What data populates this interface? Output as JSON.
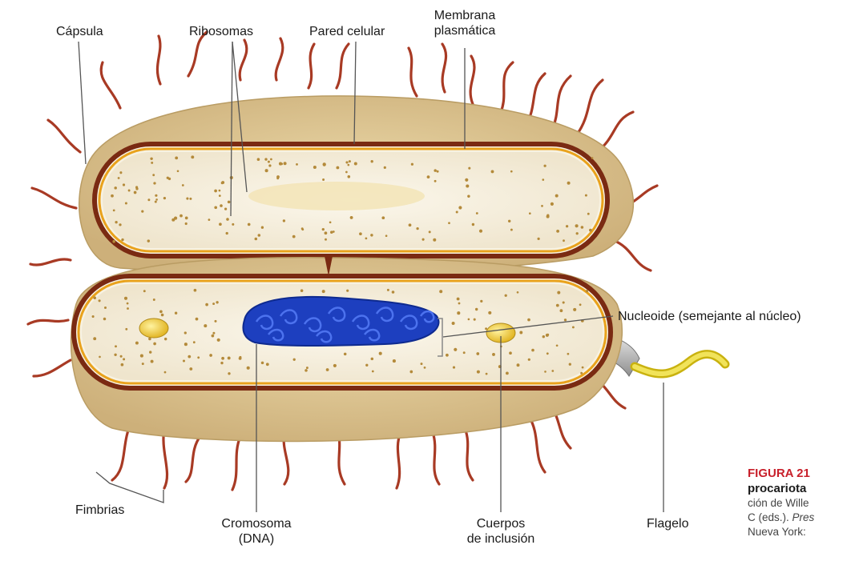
{
  "labels": {
    "capsula": "Cápsula",
    "ribosomas": "Ribosomas",
    "pared_celular": "Pared celular",
    "membrana_line1": "Membrana",
    "membrana_line2": "plasmática",
    "nucleoide": "Nucleoide (semejante al núcleo)",
    "fimbrias": "Fimbrias",
    "cromosoma_line1": "Cromosoma",
    "cromosoma_line2": "(DNA)",
    "cuerpos_line1": "Cuerpos",
    "cuerpos_line2": "de inclusión",
    "flagelo": "Flagelo"
  },
  "caption": {
    "title": "FIGURA 21",
    "title_line2": "procariota",
    "body_line1": "ción de Wille",
    "body_line2_a": "C (eds.). ",
    "body_line2_b": "Pres",
    "body_line3": "Nueva York:"
  },
  "colors": {
    "capsule": "#d9c08a",
    "cell_wall": "#7a2a12",
    "membrane": "#e9a21c",
    "cytoplasm": "#f4eedd",
    "nucleoid": "#1d3fbf",
    "fimbriae": "#a83a24",
    "flagellum": "#e3d41a",
    "caption_accent": "#c8202b"
  }
}
